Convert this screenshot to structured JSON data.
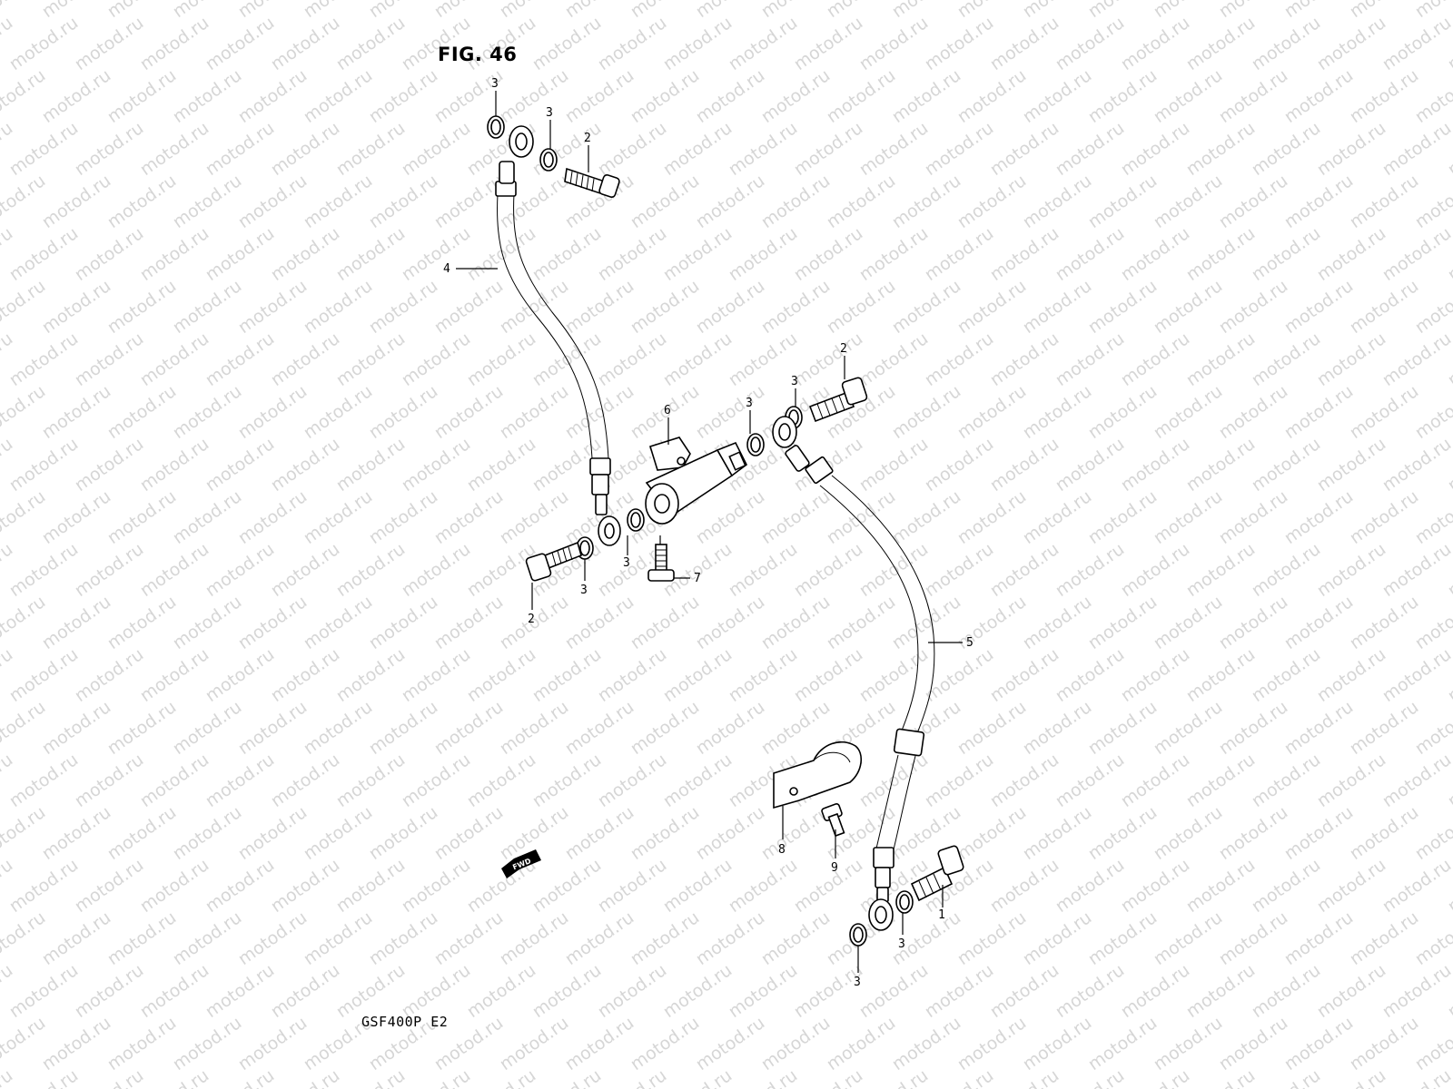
{
  "figure": {
    "title": "FIG. 46",
    "model_code": "GSF400P  E2",
    "watermark": "motod.ru",
    "direction_badge": "FWD"
  },
  "callouts": {
    "hose_upper": "4",
    "hose_lower": "5",
    "joint": "6",
    "joint_bolt": "7",
    "clamp": "8",
    "clamp_bolt": "9",
    "union_bolt_lower": "1",
    "union_bolt_top": "2",
    "union_bolt_left": "2",
    "union_bolt_right": "2",
    "washer_a": "3",
    "washer_b": "3",
    "washer_c": "3",
    "washer_d": "3",
    "washer_e": "3",
    "washer_f": "3",
    "washer_g": "3",
    "washer_h": "3"
  }
}
